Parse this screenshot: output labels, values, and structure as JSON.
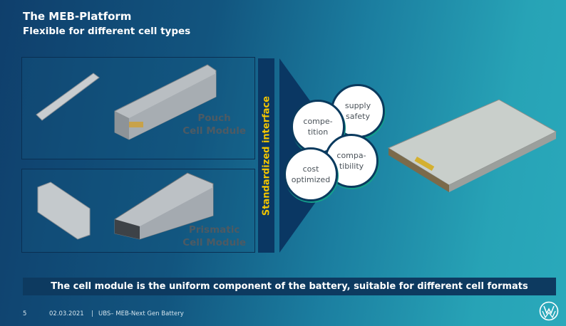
{
  "header": {
    "title": "The MEB-Platform",
    "subtitle": "Flexible for different cell types"
  },
  "panels": [
    {
      "label_line1": "Pouch",
      "label_line2": "Cell Module"
    },
    {
      "label_line1": "Prismatic",
      "label_line2": "Cell Module"
    }
  ],
  "interface_label": "Standardized interface",
  "benefits": [
    {
      "line1": "supply",
      "line2": "safety"
    },
    {
      "line1": "compe-",
      "line2": "tition"
    },
    {
      "line1": "compa-",
      "line2": "tibility"
    },
    {
      "line1": "cost",
      "line2": "optimized"
    }
  ],
  "banner": "The cell module is the uniform component of the battery, suitable for different cell formats",
  "footer": {
    "page": "5",
    "date": "02.03.2021",
    "separator": "|",
    "doc": "UBS– MEB-Next Gen Battery"
  },
  "colors": {
    "accent": "#f2c500",
    "navy": "#0a3763"
  }
}
